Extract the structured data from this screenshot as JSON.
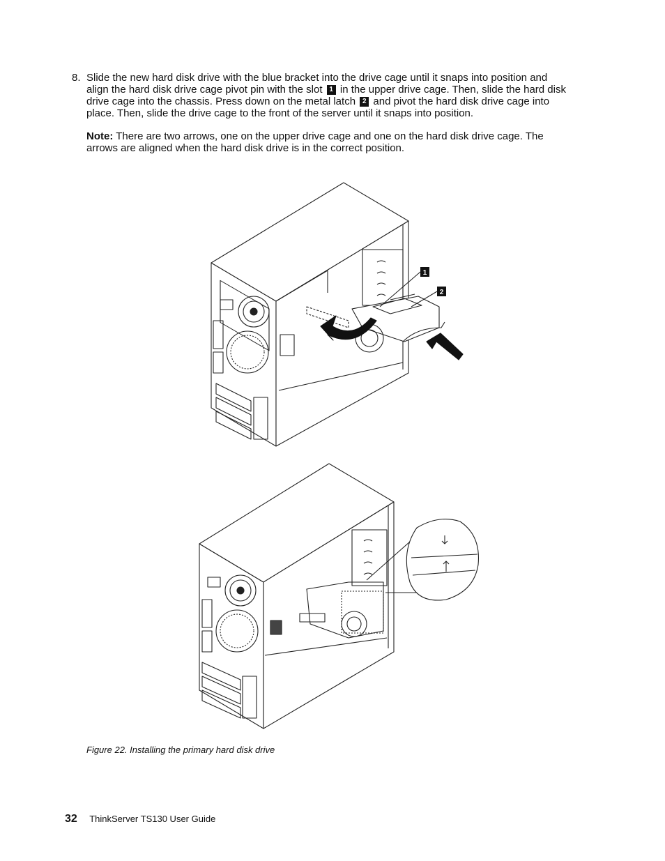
{
  "step": {
    "number": "8.",
    "lines": [
      "Slide the new hard disk drive with the blue bracket into the drive cage until it snaps into position and",
      "align the hard disk drive cage pivot pin with the slot",
      "in the upper drive cage. Then, slide the hard disk",
      "drive cage into the chassis. Press down on the metal latch",
      "and pivot the hard disk drive cage into",
      "place. Then, slide the drive cage to the front of the server until it snaps into position."
    ],
    "callout_1": "1",
    "callout_2": "2"
  },
  "note": {
    "label": "Note:",
    "line1": "There are two arrows, one on the upper drive cage and one on the hard disk drive cage. The",
    "line2": "arrows are aligned when the hard disk drive is in the correct position."
  },
  "figure": {
    "callout_1": "1",
    "callout_2": "2",
    "caption": "Figure 22. Installing the primary hard disk drive"
  },
  "footer": {
    "page_number": "32",
    "title": "ThinkServer TS130 User Guide"
  }
}
